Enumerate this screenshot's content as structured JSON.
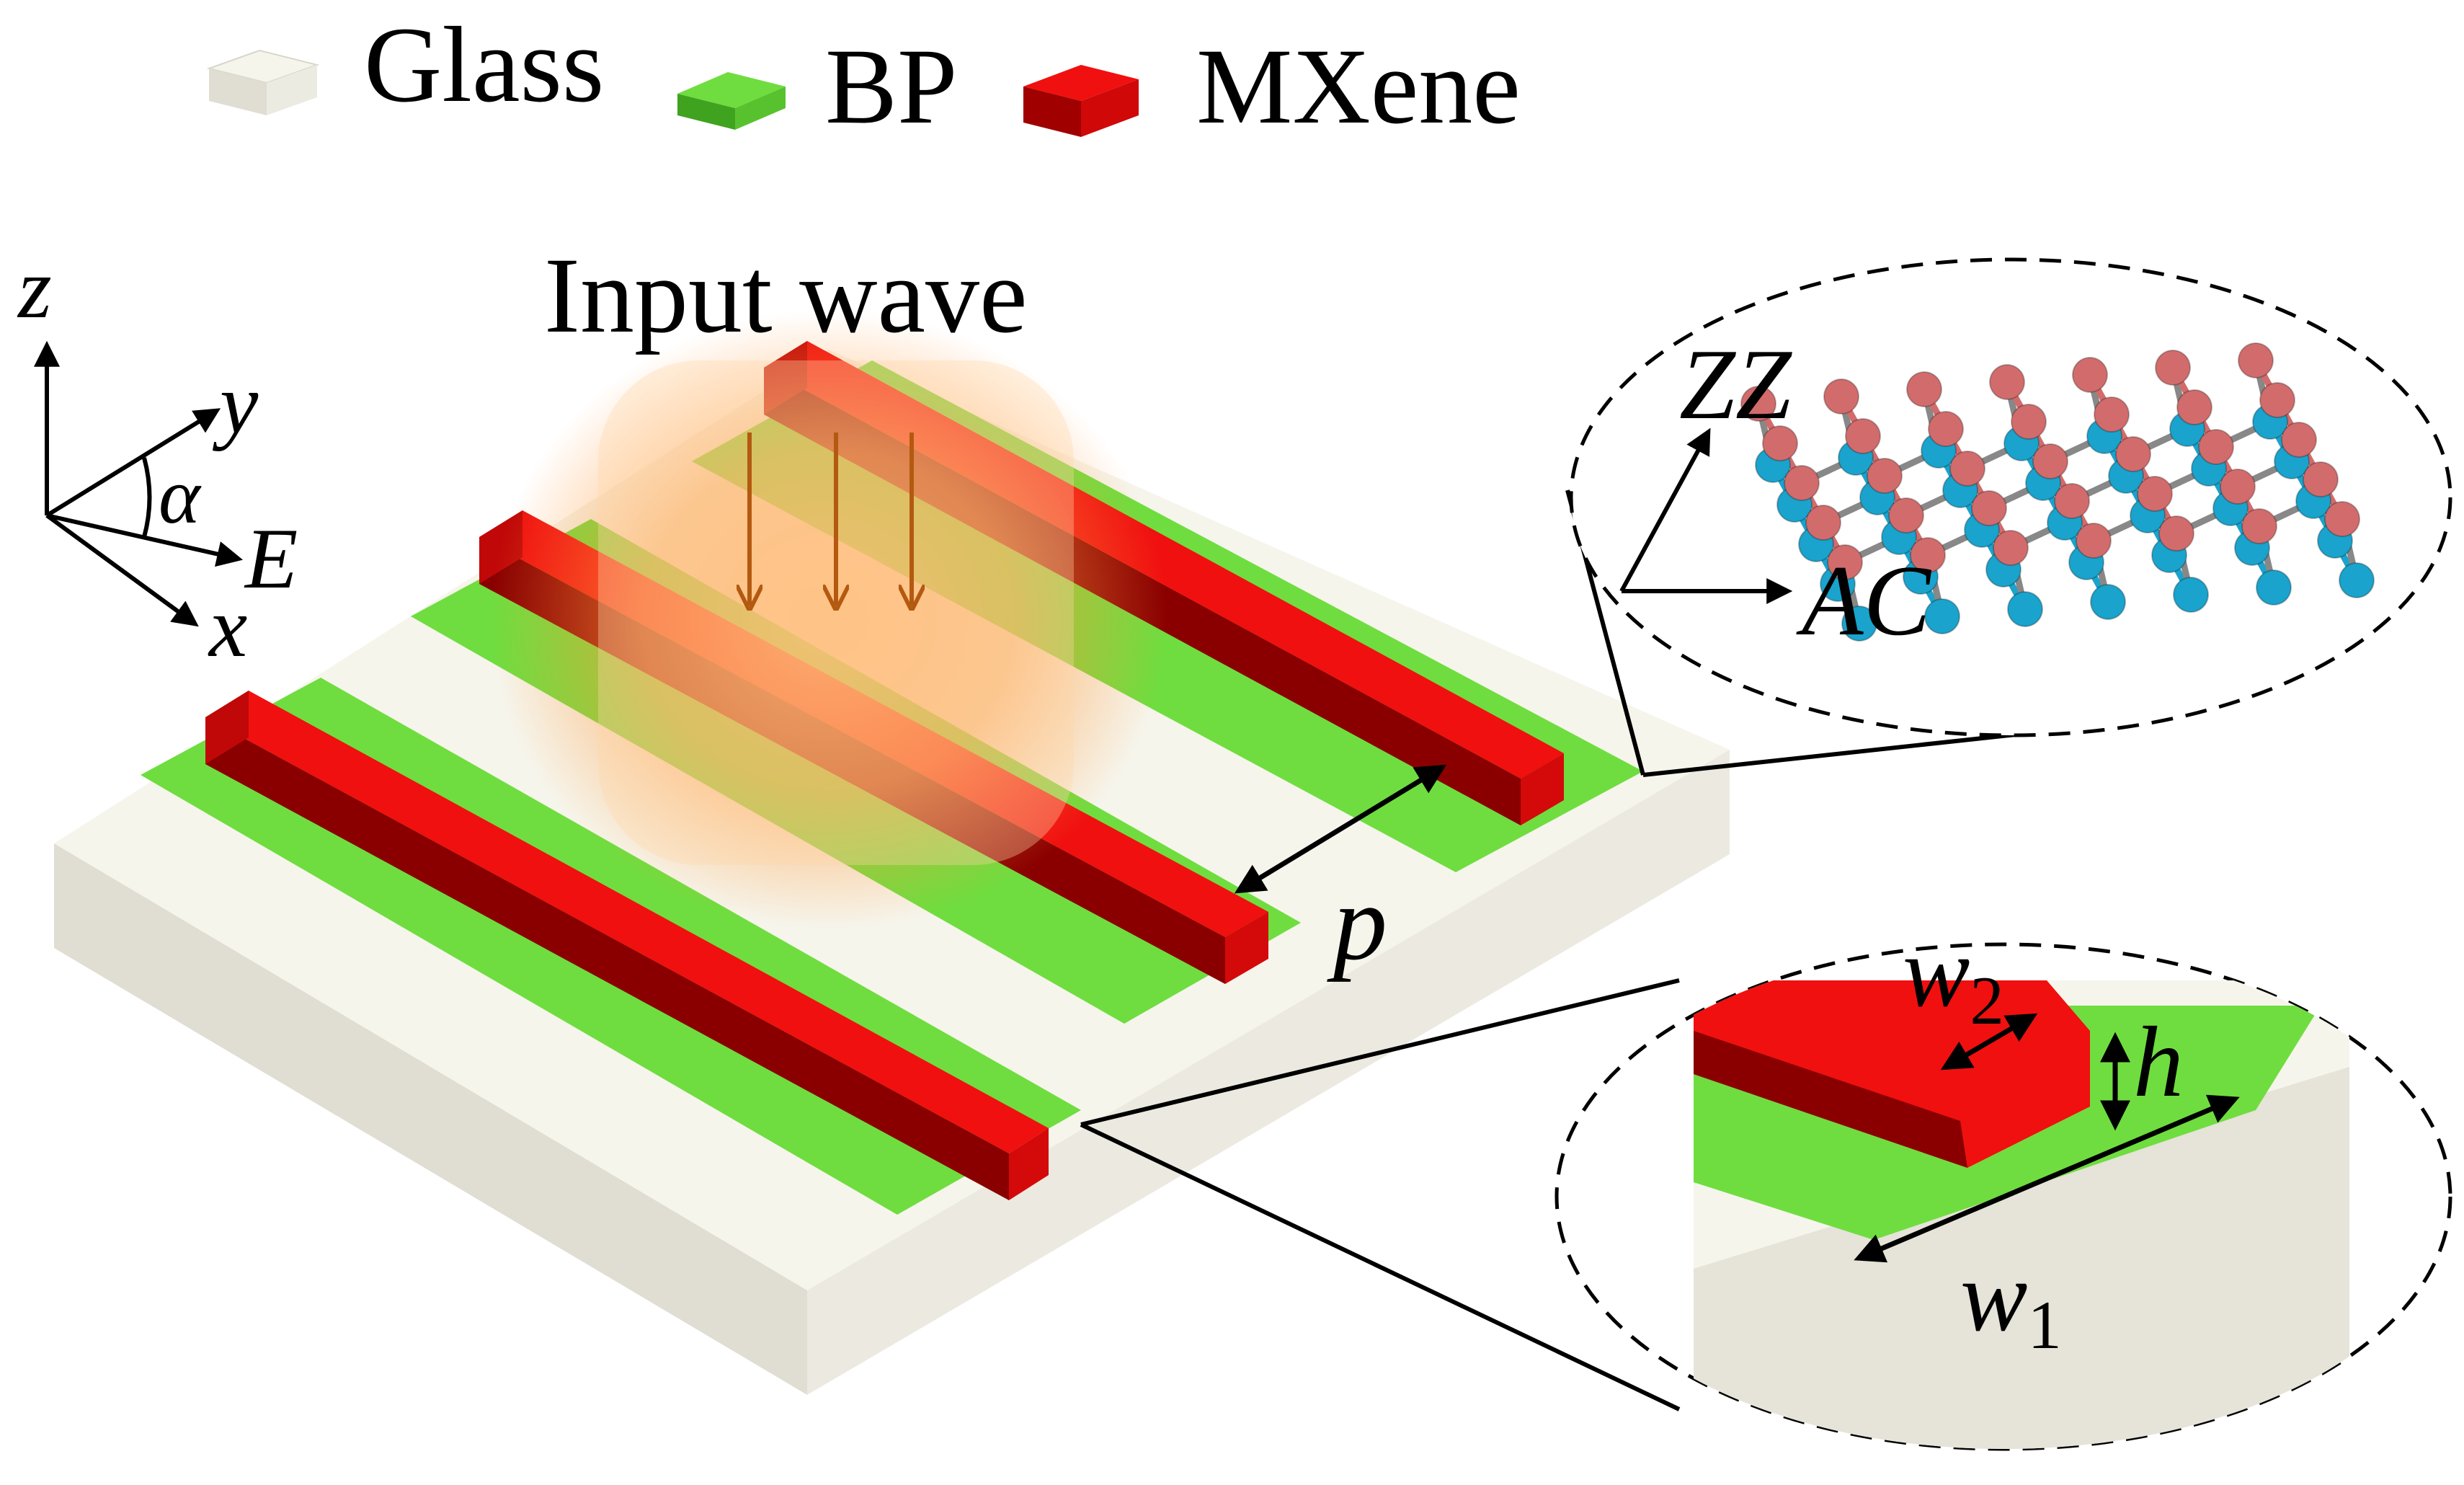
{
  "legend": {
    "glass_label": "Glass",
    "bp_label": "BP",
    "mxene_label": "MXene"
  },
  "input_wave_label": "Input wave",
  "axes": {
    "z": "z",
    "y": "y",
    "x": "x",
    "alpha": "α",
    "E": "E"
  },
  "period_label": "p",
  "bp_lattice": {
    "zz_label": "ZZ",
    "ac_label": "AC"
  },
  "dimensions": {
    "w2_base": "w",
    "w2_sub": "2",
    "h_label": "h",
    "w1_base": "w",
    "w1_sub": "1"
  },
  "colors": {
    "glass_top": "#f6f5ec",
    "glass_side": "#e0ddd2",
    "bp_green": "#6fdd3f",
    "mxene_red": "#f01010",
    "mxene_dark": "#8a0000",
    "atom_pink": "#d26c6c",
    "atom_blue": "#1aa3cc",
    "wave_glow": "#ff9a3c",
    "arrow_brown": "#b35a10"
  }
}
